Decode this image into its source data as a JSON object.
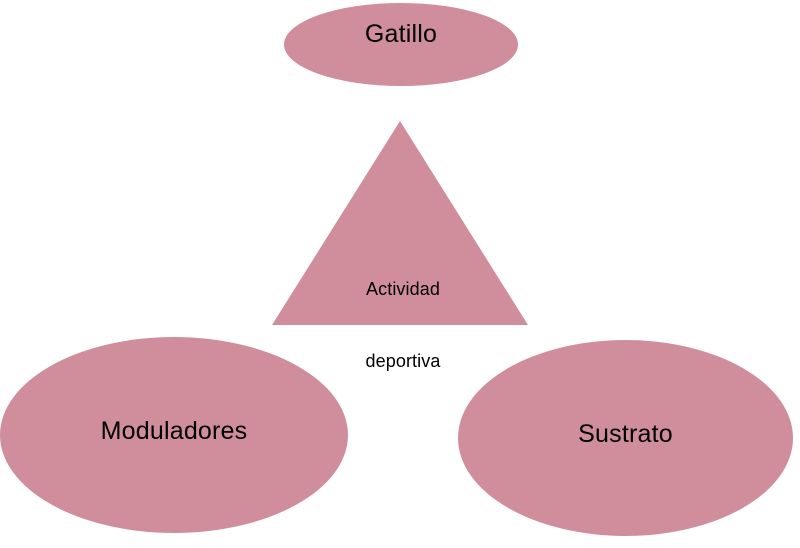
{
  "diagram": {
    "title": "Actividad deportiva",
    "background_color": "#ffffff",
    "shape_fill_color": "#D08E9C",
    "text_color": "#000000",
    "nodes": [
      {
        "id": "gatillo",
        "label": "Gatillo",
        "shape": "ellipse",
        "position": "top"
      },
      {
        "id": "actividad-deportiva",
        "label": "Actividad deportiva",
        "line1": "Actividad",
        "line2": "deportiva",
        "shape": "triangle",
        "position": "center"
      },
      {
        "id": "moduladores",
        "label": "Moduladores",
        "shape": "ellipse",
        "position": "bottom-left"
      },
      {
        "id": "sustrato",
        "label": "Sustrato",
        "shape": "ellipse",
        "position": "bottom-right"
      }
    ]
  }
}
